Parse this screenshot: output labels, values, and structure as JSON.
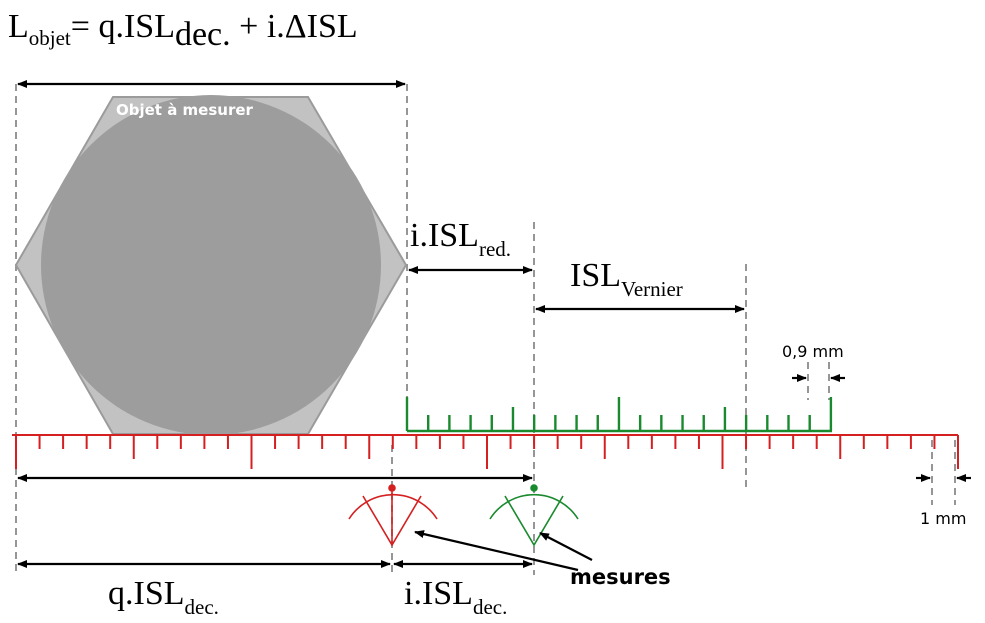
{
  "formula": {
    "base": "L",
    "sub": "objet",
    "rest": "= q.ISL",
    "sub2": "dec.",
    "tail": " + i.ΔISL"
  },
  "object_label": "Objet à mesurer",
  "labels": {
    "i_isl_red": {
      "base": "i.ISL",
      "sub": "red."
    },
    "isl_vernier": {
      "base": "ISL",
      "sub": "Vernier"
    },
    "q_isl_dec": {
      "base": "q.ISL",
      "sub": "dec."
    },
    "i_isl_dec": {
      "base": "i.ISL",
      "sub": "dec."
    },
    "vernier_spacing": "0,9 mm",
    "main_spacing": "1 mm",
    "mesures": "mesures"
  },
  "colors": {
    "main_scale": "#d42020",
    "vernier_scale": "#1a8a2e",
    "object_outer": "#bdbdbd",
    "object_inner": "#999999",
    "guide": "#8a8a8a",
    "arrow": "#000000"
  }
}
